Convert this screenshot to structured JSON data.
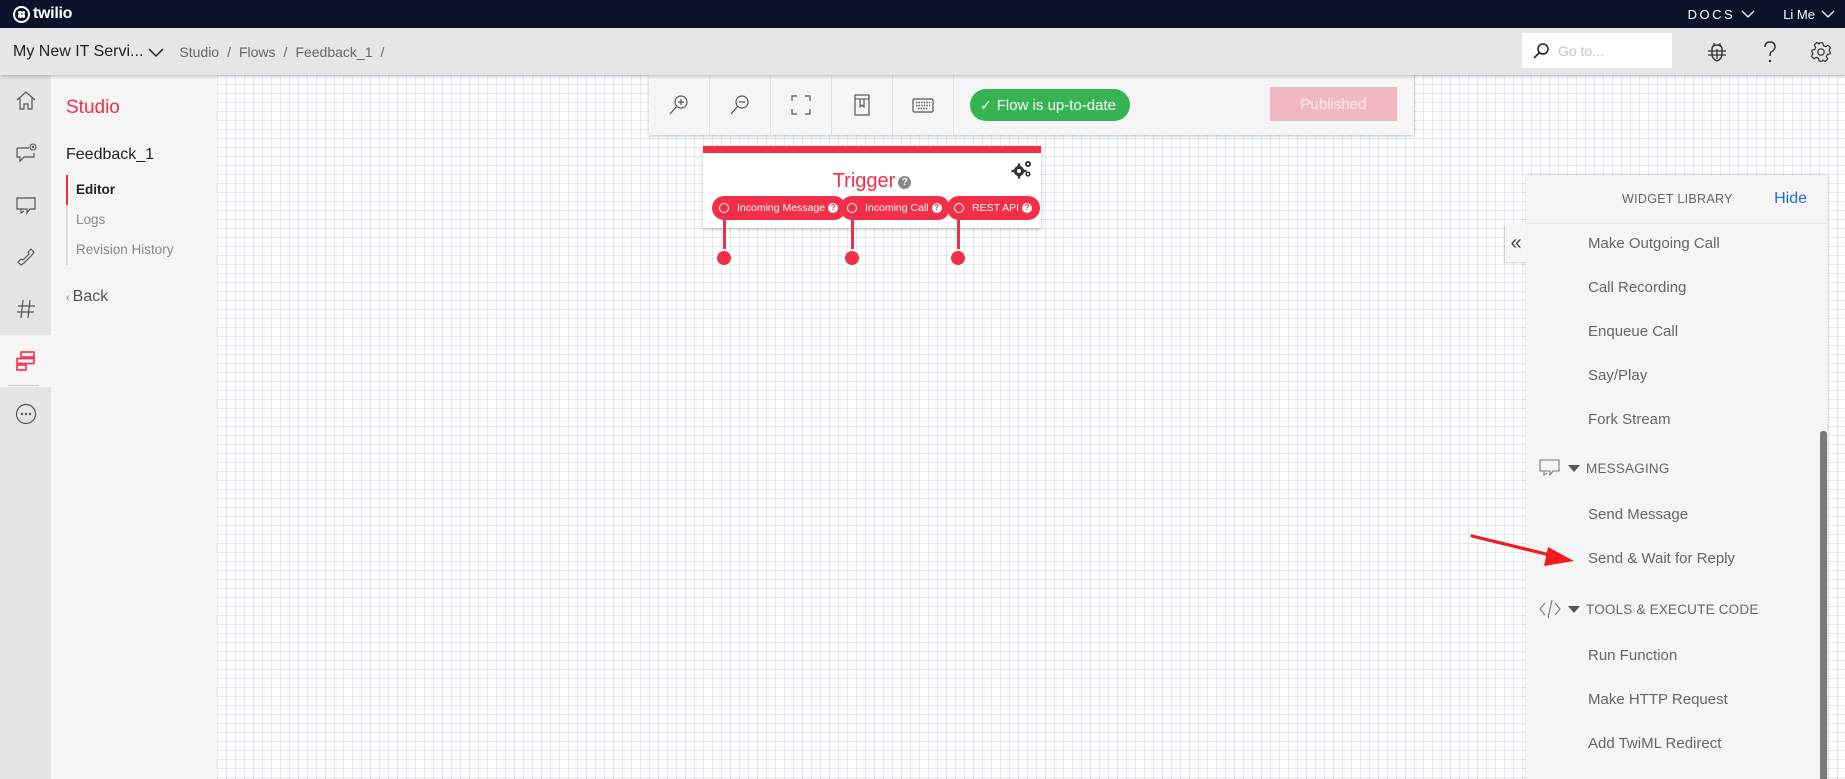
{
  "topbar": {
    "logo_text": "twilio",
    "docs_label": "DOCS",
    "user_label": "Li Me"
  },
  "subbar": {
    "account_name": "My New IT Servi...",
    "breadcrumb": [
      "Studio",
      "Flows",
      "Feedback_1"
    ],
    "separator": "/",
    "search_placeholder": "Go to...",
    "icons": [
      "debugger-icon",
      "help-icon",
      "settings-icon"
    ]
  },
  "rail": {
    "items": [
      {
        "name": "home",
        "icon": "home-icon",
        "active": false
      },
      {
        "name": "conversations",
        "icon": "chat-badge-icon",
        "active": false
      },
      {
        "name": "messaging",
        "icon": "chat-icon",
        "active": false
      },
      {
        "name": "voice",
        "icon": "phone-icon",
        "active": false
      },
      {
        "name": "phone-numbers",
        "icon": "hash-icon",
        "active": false
      },
      {
        "name": "studio",
        "icon": "studio-icon",
        "active": true
      },
      {
        "name": "more",
        "icon": "more-icon",
        "active": false
      }
    ]
  },
  "sidenav": {
    "product": "Studio",
    "flow_name": "Feedback_1",
    "items": [
      {
        "label": "Editor",
        "active": true
      },
      {
        "label": "Logs",
        "active": false
      },
      {
        "label": "Revision History",
        "active": false
      }
    ],
    "back_glyph": "‹",
    "back_label": "Back"
  },
  "toolbar": {
    "buttons": [
      "zoom-in-icon",
      "zoom-out-icon",
      "fit-screen-icon",
      "notes-icon",
      "keyboard-shortcuts-icon"
    ],
    "status_check": "✓",
    "status_label": "Flow is up-to-date",
    "publish_label": "Published",
    "colors": {
      "status": "#36b453",
      "publish_disabled": "#f2b8bf"
    }
  },
  "trigger_widget": {
    "title": "Trigger",
    "help_glyph": "?",
    "accent": "#f22f46",
    "ports": [
      {
        "label": "Incoming Message"
      },
      {
        "label": "Incoming Call"
      },
      {
        "label": "REST API"
      }
    ]
  },
  "widget_library": {
    "title": "WIDGET LIBRARY",
    "hide_label": "Hide",
    "collapse_glyph": "«",
    "voice_items": [
      "Make Outgoing Call",
      "Call Recording",
      "Enqueue Call",
      "Say/Play",
      "Fork Stream"
    ],
    "sections": [
      {
        "label": "MESSAGING",
        "icon": "chat-icon",
        "items": [
          "Send Message",
          "Send & Wait for Reply"
        ]
      },
      {
        "label": "TOOLS & EXECUTE CODE",
        "icon": "code-icon",
        "items": [
          "Run Function",
          "Make HTTP Request",
          "Add TwiML Redirect"
        ]
      }
    ]
  },
  "annotation": {
    "arrow_target": "Send & Wait for Reply",
    "color": "#ee1c1c"
  }
}
